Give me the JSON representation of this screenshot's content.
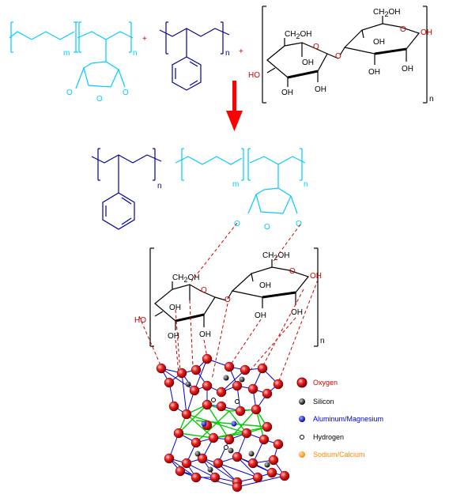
{
  "labels": {
    "plus": "+",
    "repeat_m": "m",
    "repeat_n": "n",
    "hydroxyl": "OH",
    "hydroxyl_left": "HO",
    "ch2oh_ch2": "CH",
    "ch2oh_sub": "2",
    "ch2oh_oh": "OH",
    "ring_oxygen": "O"
  },
  "legend": [
    {
      "label": "Oxygen",
      "color": "#cc0000",
      "atom": "oxygen"
    },
    {
      "label": "Silicon",
      "color": "#000000",
      "atom": "silicon"
    },
    {
      "label": "Aluminum/Magnesium",
      "color": "#0000cc",
      "atom": "aluminum-magnesium"
    },
    {
      "label": "Hydrogen",
      "color": "#000000",
      "atom": "hydrogen"
    },
    {
      "label": "Sodium/Calcium",
      "color": "#ff8800",
      "atom": "sodium-calcium"
    }
  ],
  "colors": {
    "maleic_polymer": "#00ccff",
    "styrene": "#000099",
    "cellulose": "#000000",
    "oxygen_atom": "#cc0000",
    "reaction_arrow": "#ff0000",
    "bond_dashed": "#cc0000",
    "lattice_blue": "#0000cc",
    "lattice_green": "#00cc00"
  }
}
